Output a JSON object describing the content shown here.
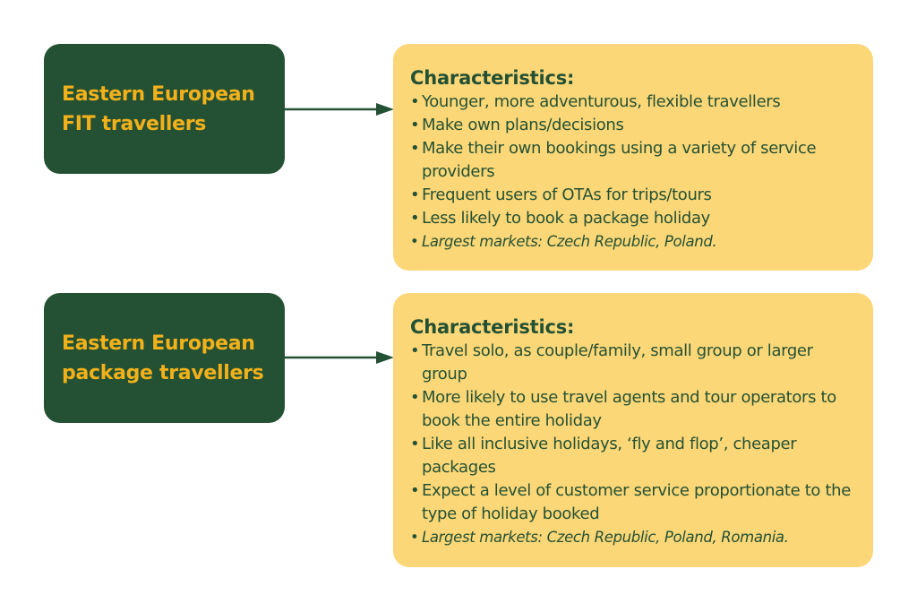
{
  "colors": {
    "dark_green": "#245133",
    "gold_text": "#f2b11b",
    "yellow_bg": "#fcd778",
    "green_text": "#245133",
    "background": "#ffffff"
  },
  "rows": [
    {
      "segment": {
        "line1": "Eastern European",
        "line2": "FIT travellers"
      },
      "heading": "Characteristics:",
      "bullets": [
        {
          "bullet": "•",
          "text": "Younger, more adventurous, flexible travellers",
          "italic": false
        },
        {
          "bullet": "•",
          "text": "Make own plans/decisions",
          "italic": false
        },
        {
          "bullet": "•",
          "text": "Make their own bookings using a variety of service providers",
          "italic": false
        },
        {
          "bullet": "•",
          "text": "Frequent users of OTAs for trips/tours",
          "italic": false
        },
        {
          "bullet": "•",
          "text": "Less likely to book a package holiday",
          "italic": false
        },
        {
          "bullet": "•",
          "text": "Largest markets: Czech Republic, Poland.",
          "italic": true
        }
      ]
    },
    {
      "segment": {
        "line1": "Eastern European",
        "line2": "package travellers"
      },
      "heading": "Characteristics:",
      "bullets": [
        {
          "bullet": "•",
          "text": "Travel solo, as couple/family, small group or larger group",
          "italic": false
        },
        {
          "bullet": "•",
          "text": "More likely to use travel agents and tour operators to book the entire holiday",
          "italic": false
        },
        {
          "bullet": "•",
          "text": "Like all inclusive holidays, ‘fly and flop’, cheaper packages",
          "italic": false
        },
        {
          "bullet": "•",
          "text": "Expect a level of customer service proportionate to the type of holiday booked",
          "italic": false
        },
        {
          "bullet": "•",
          "text": "Largest markets: Czech Republic, Poland, Romania.",
          "italic": true
        }
      ]
    }
  ]
}
